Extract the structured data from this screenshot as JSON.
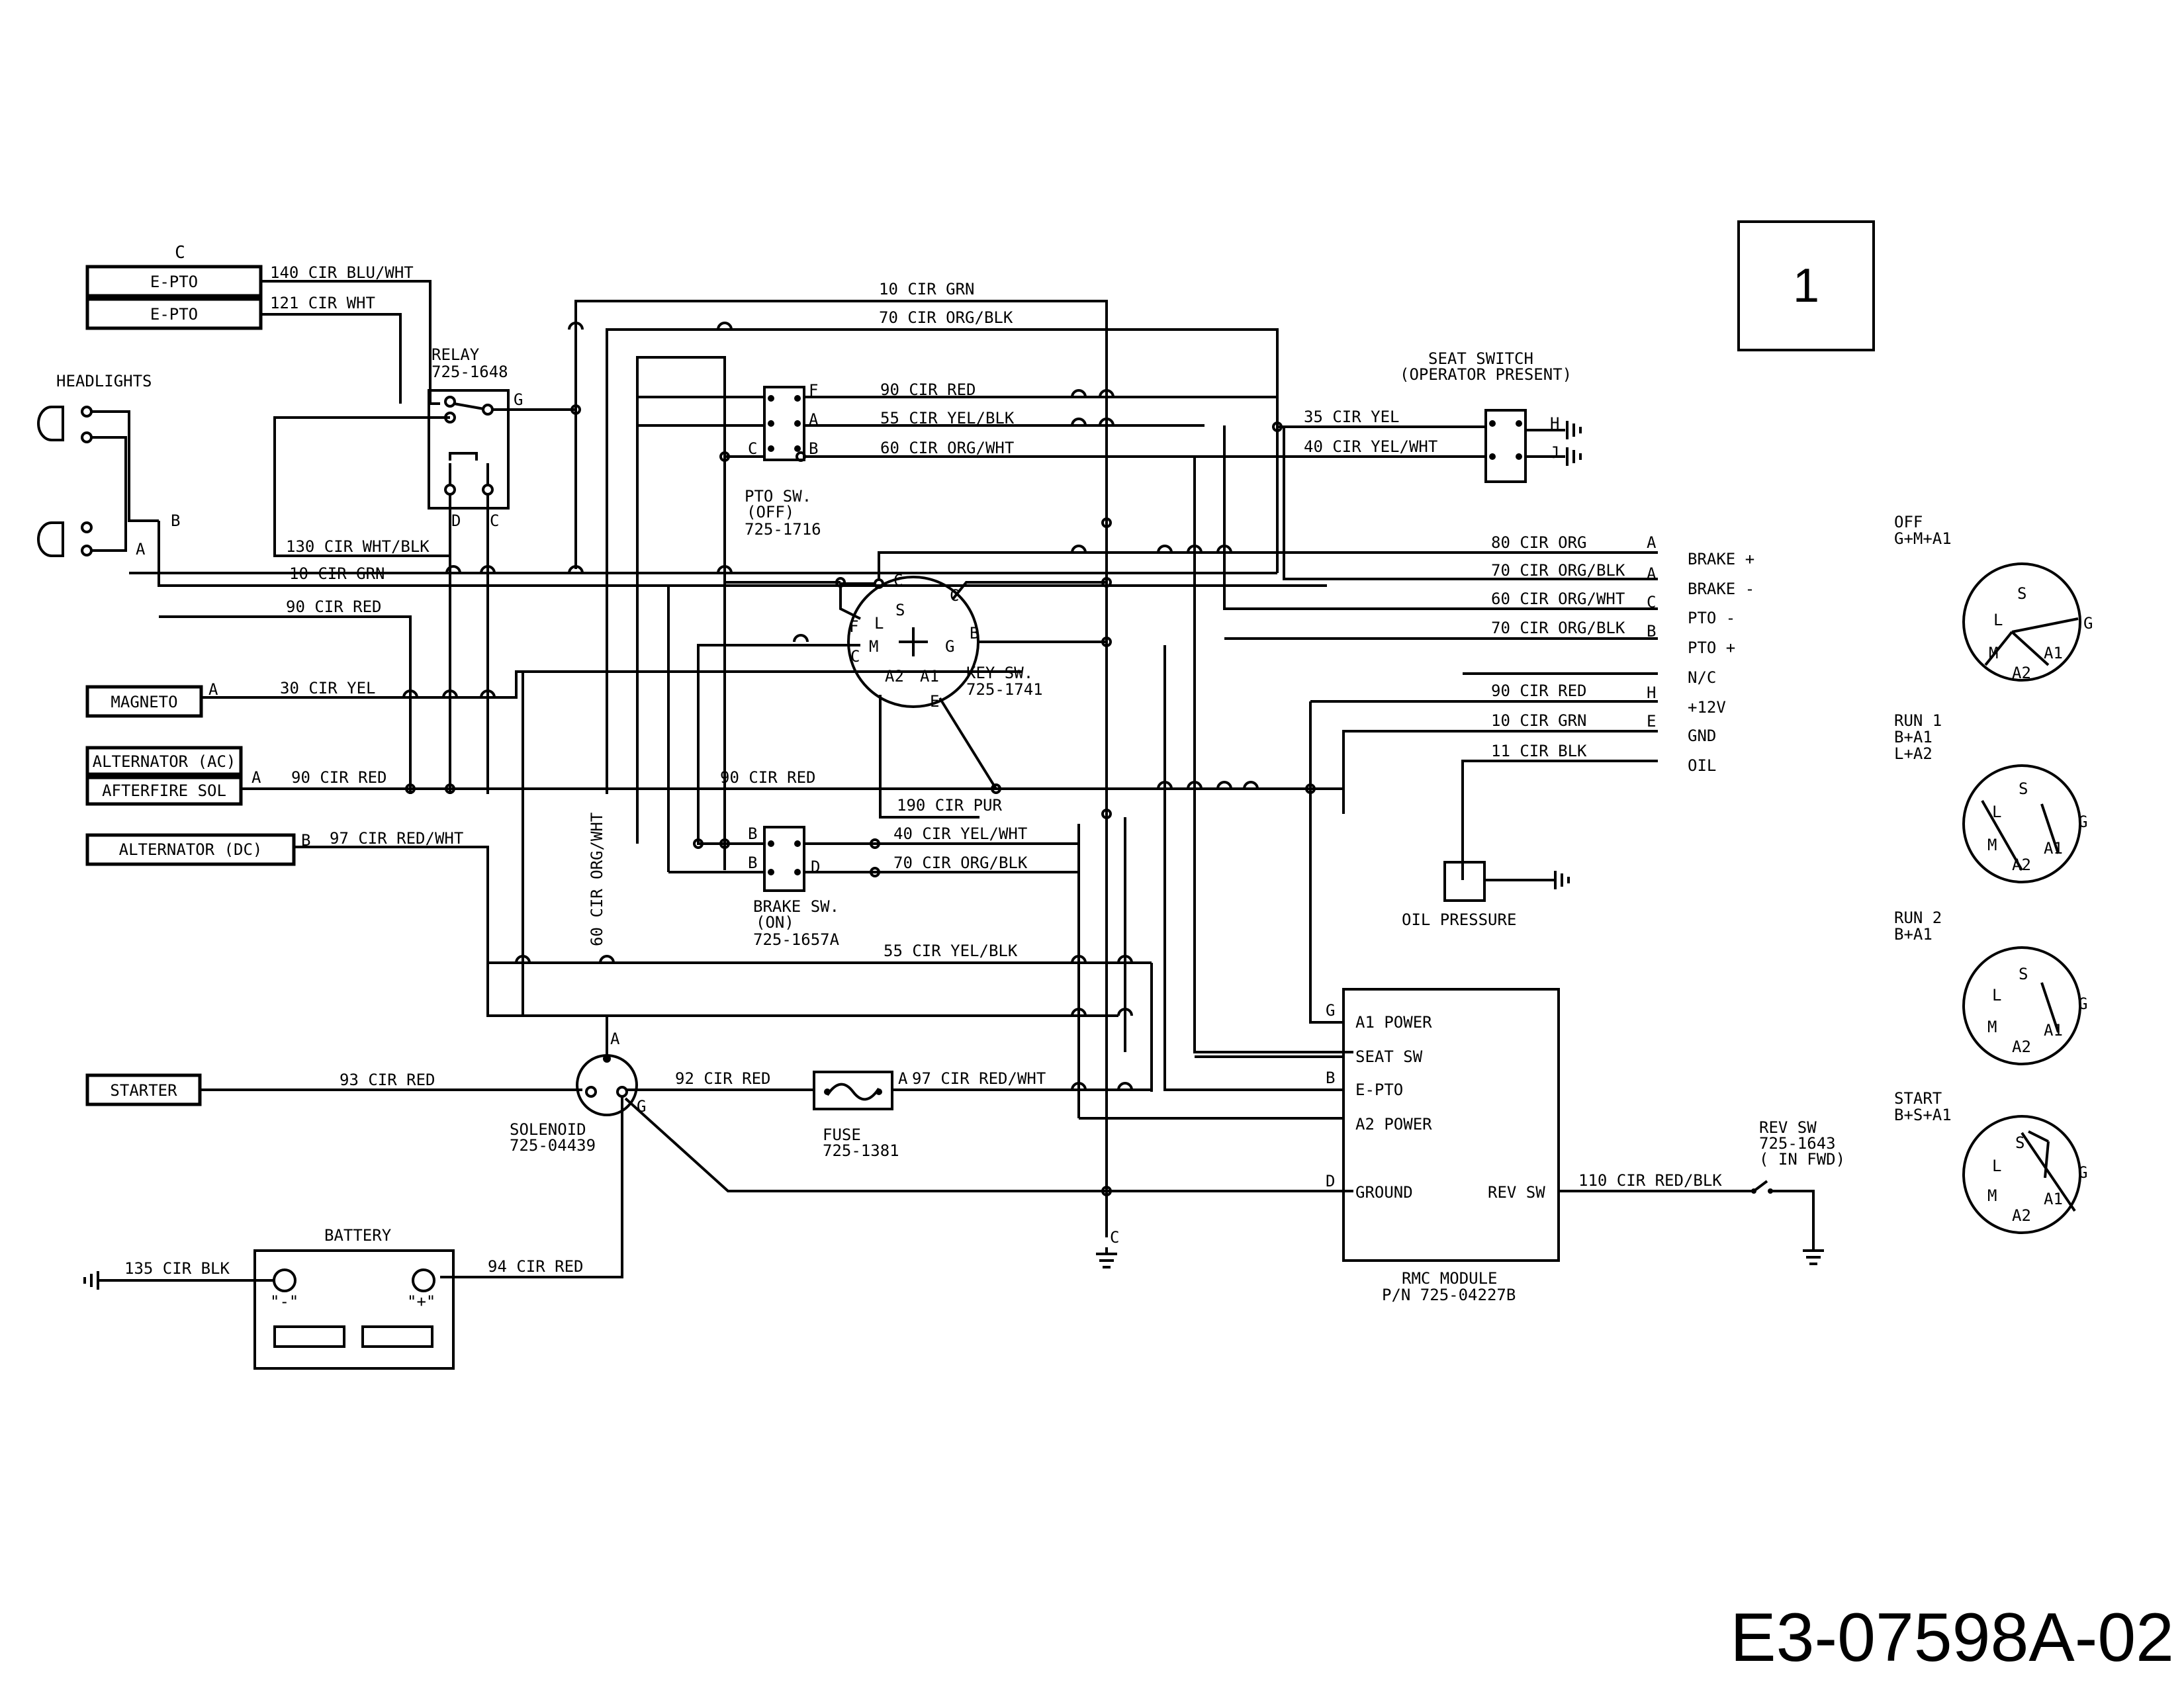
{
  "page_number": "1",
  "drawing_code": "E3-07598A-02",
  "components": {
    "epto_group_letter": "C",
    "epto_1": "E-PTO",
    "epto_2": "E-PTO",
    "headlights": "HEADLIGHTS",
    "relay": "RELAY",
    "relay_pn": "725-1648",
    "magneto": "MAGNETO",
    "alternator_ac": "ALTERNATOR (AC)",
    "afterfire_sol": "AFTERFIRE SOL",
    "alternator_dc": "ALTERNATOR (DC)",
    "starter": "STARTER",
    "solenoid": "SOLENOID",
    "solenoid_pn": "725-04439",
    "fuse": "FUSE",
    "fuse_pn": "725-1381",
    "battery": "BATTERY",
    "battery_neg": "\"-\"",
    "battery_pos": "\"+\"",
    "pto_sw": "PTO SW.",
    "pto_sw_state": "(OFF)",
    "pto_sw_pn": "725-1716",
    "brake_sw": "BRAKE SW.",
    "brake_sw_state": "(ON)",
    "brake_sw_pn": "725-1657A",
    "key_sw": "KEY SW.",
    "key_sw_pn": "725-1741",
    "seat_switch": "SEAT SWITCH",
    "seat_switch_note": "(OPERATOR PRESENT)",
    "oil_pressure": "OIL PRESSURE",
    "rmc_module": "RMC MODULE",
    "rmc_pn": "P/N 725-04227B",
    "rev_sw": "REV SW",
    "rev_sw_pn": "725-1643",
    "rev_sw_state": "( IN FWD)"
  },
  "rmc_pins": [
    "A1 POWER",
    "SEAT SW",
    "E-PTO",
    "A2 POWER",
    "GROUND",
    "REV SW"
  ],
  "wires": {
    "w140": "140 CIR BLU/WHT",
    "w121": "121 CIR WHT",
    "w10_top": "10 CIR GRN",
    "w70_top": "70 CIR ORG/BLK",
    "w90_pto": "90 CIR RED",
    "w55_pto": "55 CIR YEL/BLK",
    "w60_pto": "60 CIR ORG/WHT",
    "w35": "35 CIR YEL",
    "w40_seat": "40 CIR YEL/WHT",
    "w130": "130 CIR WHT/BLK",
    "w10_left": "10 CIR GRN",
    "w90_left": "90 CIR RED",
    "w30": "30 CIR YEL",
    "w90_alt": "90 CIR RED",
    "w97_alt": "97 CIR RED/WHT",
    "w90_mid": "90 CIR RED",
    "w190": "190 CIR PUR",
    "w40_brake": "40 CIR YEL/WHT",
    "w70_brake": "70 CIR ORG/BLK",
    "w55_low": "55 CIR YEL/BLK",
    "w60_vert": "60 CIR ORG/WHT",
    "w93": "93 CIR RED",
    "w92": "92 CIR RED",
    "w97_fuse": "97 CIR RED/WHT",
    "w135": "135 CIR BLK",
    "w94": "94 CIR RED",
    "w110": "110 CIR RED/BLK",
    "w80_conn": "80 CIR ORG",
    "w70_conn": "70 CIR ORG/BLK",
    "w60_conn": "60 CIR ORG/WHT",
    "w70b_conn": "70 CIR ORG/BLK",
    "w90_conn": "90 CIR RED",
    "w10_conn": "10 CIR GRN",
    "w11_conn": "11 CIR BLK"
  },
  "connector": [
    {
      "pin": "A",
      "signal": "BRAKE +"
    },
    {
      "pin": "A",
      "signal": "BRAKE -"
    },
    {
      "pin": "C",
      "signal": "PTO -"
    },
    {
      "pin": "B",
      "signal": "PTO +"
    },
    {
      "pin": "",
      "signal": "N/C"
    },
    {
      "pin": "H",
      "signal": "+12V"
    },
    {
      "pin": "E",
      "signal": "GND"
    },
    {
      "pin": "",
      "signal": "OIL"
    }
  ],
  "key_positions": [
    {
      "name": "OFF",
      "circuits": [
        "G+M+A1"
      ]
    },
    {
      "name": "RUN 1",
      "circuits": [
        "B+A1",
        "L+A2"
      ]
    },
    {
      "name": "RUN 2",
      "circuits": [
        "B+A1"
      ]
    },
    {
      "name": "START",
      "circuits": [
        "B+S+A1"
      ]
    }
  ],
  "pins": {
    "A": "A",
    "B": "B",
    "C": "C",
    "D": "D",
    "E": "E",
    "F": "F",
    "G": "G",
    "H": "H",
    "J": "J",
    "L": "L",
    "M": "M",
    "S": "S",
    "A1": "A1",
    "A2": "A2"
  }
}
